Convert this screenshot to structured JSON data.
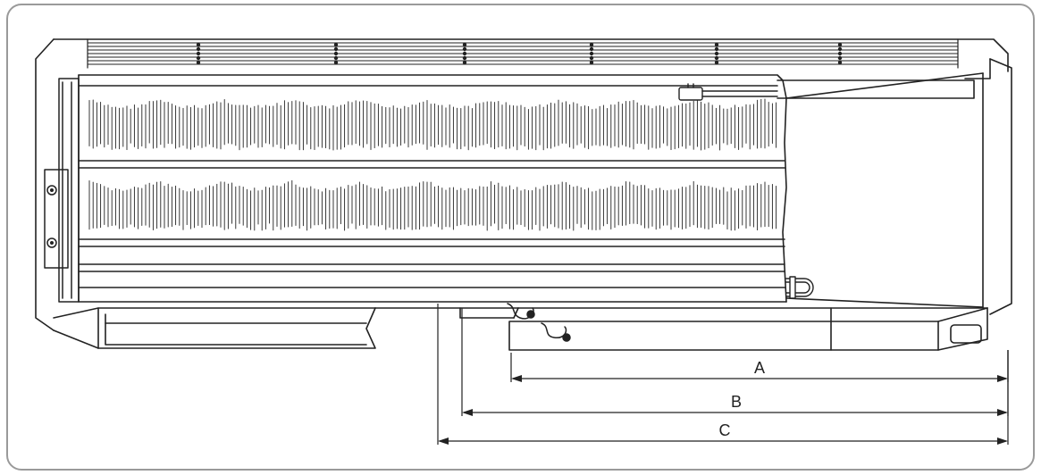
{
  "diagram": {
    "subject": "indoor-unit-bottom-view-dimensions",
    "dimensions": [
      {
        "id": "A",
        "label": "A"
      },
      {
        "id": "B",
        "label": "B"
      },
      {
        "id": "C",
        "label": "C"
      }
    ],
    "colors": {
      "line": "#222222",
      "frame": "#999999",
      "background": "#ffffff"
    }
  }
}
